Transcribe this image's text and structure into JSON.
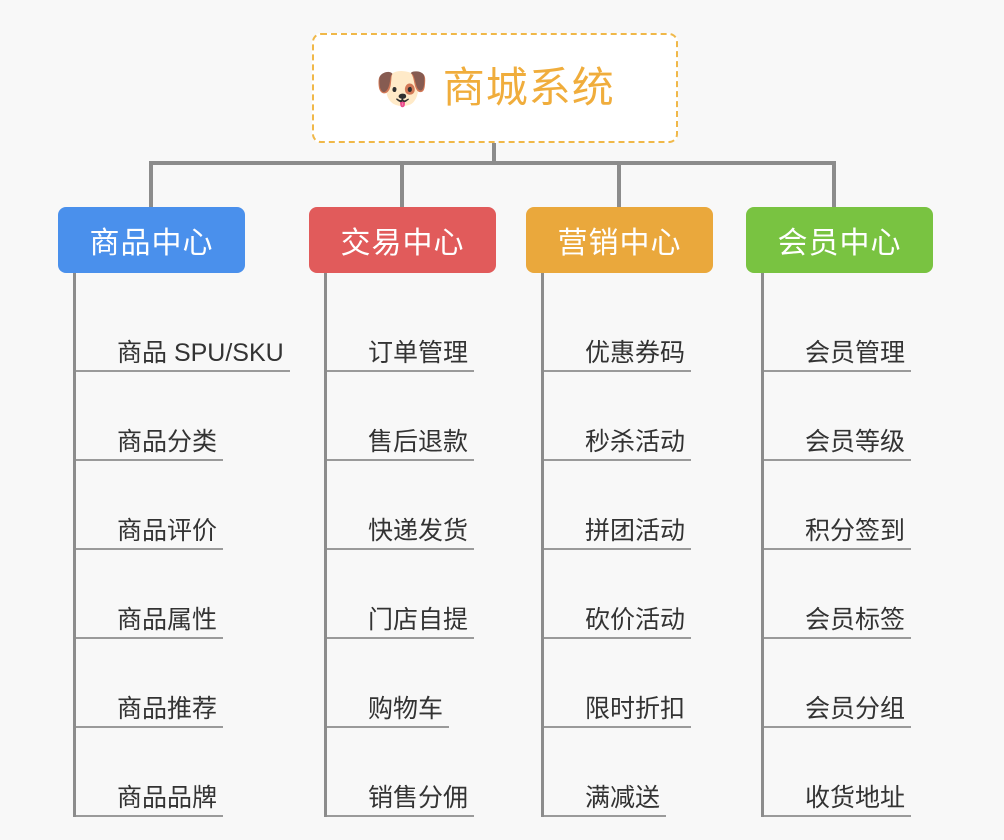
{
  "background_color": "#f8f8f8",
  "root": {
    "icon": "dog-face-icon",
    "icon_glyph": "🐶",
    "title": "商城系统",
    "border_color": "#f0b849",
    "text_color": "#f0ad3c"
  },
  "connector_color": "#8c8c8c",
  "branches": [
    {
      "title": "商品中心",
      "color": "#4a90ec",
      "items": [
        "商品 SPU/SKU",
        "商品分类",
        "商品评价",
        "商品属性",
        "商品推荐",
        "商品品牌"
      ]
    },
    {
      "title": "交易中心",
      "color": "#e15b5b",
      "items": [
        "订单管理",
        "售后退款",
        "快递发货",
        "门店自提",
        "购物车",
        "销售分佣"
      ]
    },
    {
      "title": "营销中心",
      "color": "#eaa83c",
      "items": [
        "优惠券码",
        "秒杀活动",
        "拼团活动",
        "砍价活动",
        "限时折扣",
        "满减送"
      ]
    },
    {
      "title": "会员中心",
      "color": "#79c341",
      "items": [
        "会员管理",
        "会员等级",
        "积分签到",
        "会员标签",
        "会员分组",
        "收货地址"
      ]
    }
  ]
}
